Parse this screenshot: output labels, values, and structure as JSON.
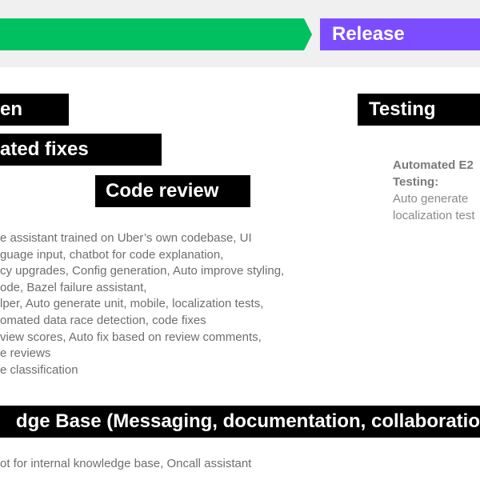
{
  "stages": {
    "release": "Release",
    "testing": "Testing"
  },
  "labels": {
    "gen": "en",
    "fixes": "ated fixes",
    "review": "Code review",
    "kb": "dge Base (Messaging, documentation, collaboratio"
  },
  "testing_desc": {
    "heading_line1": "Automated E2",
    "heading_line2": "Testing:",
    "line1": "Auto generate",
    "line2": "localization test"
  },
  "body_lines": [
    "e assistant trained on Uber’s own codebase, UI",
    "guage input, chatbot for code explanation,",
    "cy upgrades, Config generation, Auto improve styling,",
    "ode, Bazel failure assistant,",
    "lper, Auto generate unit, mobile, localization tests,",
    "omated data race detection, code fixes",
    "view scores, Auto fix based on review comments,",
    "e reviews",
    "e classification"
  ],
  "kb_desc": "ot for internal knowledge base, Oncall assistant",
  "colors": {
    "dev_arrow": "#00c060",
    "release": "#7c4dff",
    "label_bg": "#000000",
    "band_bg": "#f0f0f0"
  }
}
